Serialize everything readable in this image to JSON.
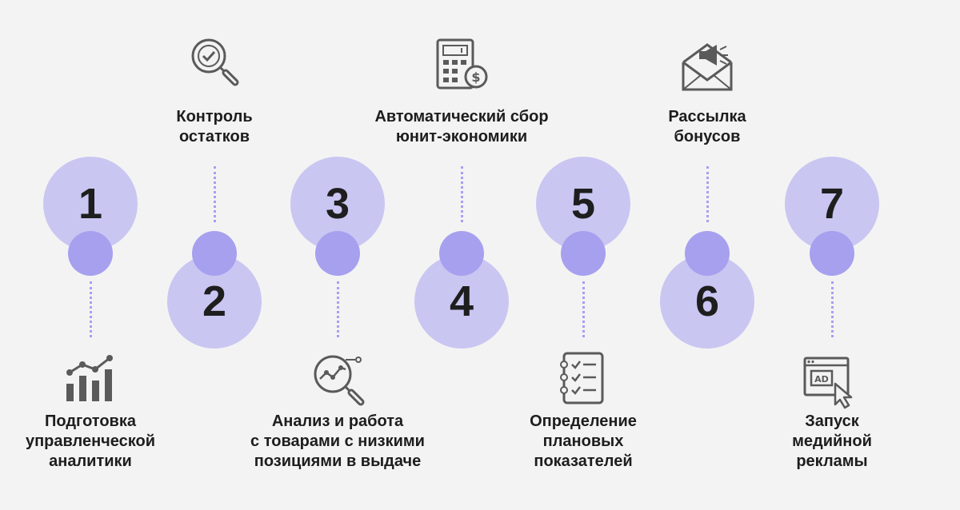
{
  "steps": [
    {
      "number": "1",
      "label_lines": [
        "Подготовка",
        "управленческой",
        "аналитики"
      ],
      "icon": "bar-chart-growth-icon"
    },
    {
      "number": "2",
      "label_lines": [
        "Контроль",
        "остатков"
      ],
      "icon": "magnifier-check-icon"
    },
    {
      "number": "3",
      "label_lines": [
        "Анализ и работа",
        "с товарами с низкими",
        "позициями в выдаче"
      ],
      "icon": "magnifier-chart-icon"
    },
    {
      "number": "4",
      "label_lines": [
        "Автоматический сбор",
        "юнит-экономики"
      ],
      "icon": "calculator-dollar-icon"
    },
    {
      "number": "5",
      "label_lines": [
        "Определение",
        "плановых",
        "показателей"
      ],
      "icon": "checklist-notepad-icon"
    },
    {
      "number": "6",
      "label_lines": [
        "Рассылка",
        "бонусов"
      ],
      "icon": "envelope-megaphone-icon"
    },
    {
      "number": "7",
      "label_lines": [
        "Запуск",
        "медийной",
        "рекламы"
      ],
      "icon": "ad-browser-cursor-icon"
    }
  ],
  "colors": {
    "background": "#f3f3f3",
    "big_circle": "#c9c6f2",
    "small_dot": "#a7a0ef",
    "dash": "#a79ff0",
    "icon": "#5a5a5a",
    "text": "#1d1d1d"
  }
}
